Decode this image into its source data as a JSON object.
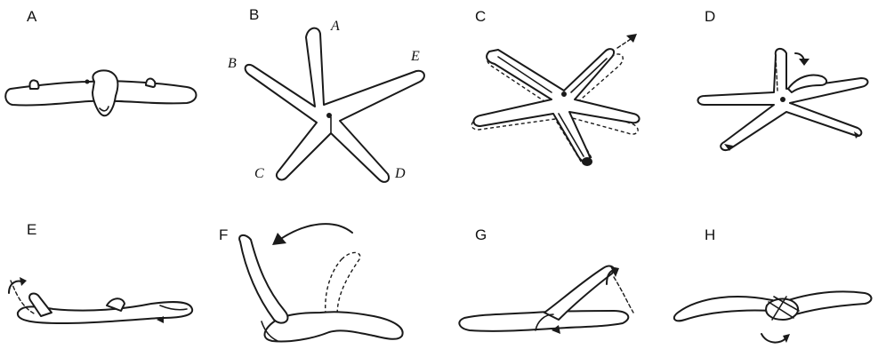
{
  "panels": {
    "A": {
      "label": "A"
    },
    "B": {
      "label": "B",
      "arm_labels": [
        "A",
        "B",
        "C",
        "D",
        "E"
      ]
    },
    "C": {
      "label": "C"
    },
    "D": {
      "label": "D"
    },
    "E": {
      "label": "E"
    },
    "F": {
      "label": "F"
    },
    "G": {
      "label": "G"
    },
    "H": {
      "label": "H"
    }
  },
  "colors": {
    "ink": "#1a1a1a",
    "background": "#ffffff"
  }
}
